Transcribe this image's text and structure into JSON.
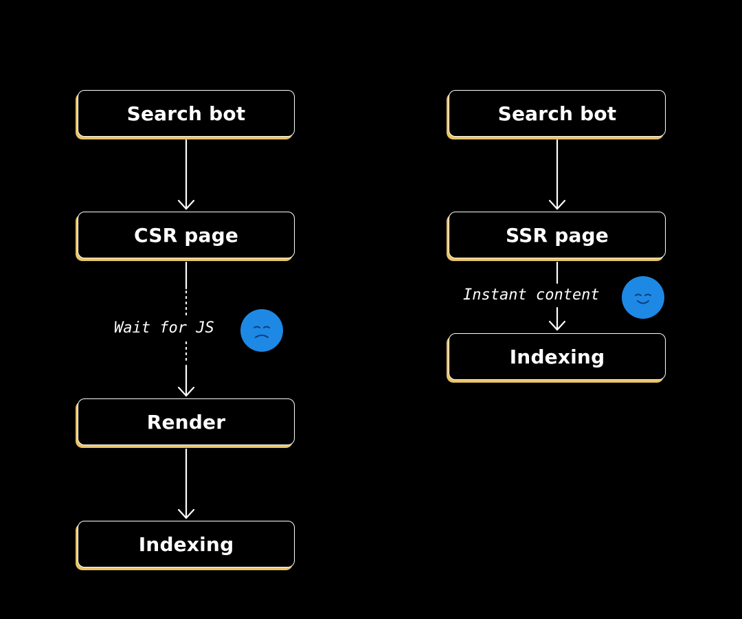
{
  "colors": {
    "background": "#000000",
    "node_border": "#ffffff",
    "node_accent": "#e8c46a",
    "emoji_fill": "#1e88e5"
  },
  "csr_flow": {
    "search_bot": "Search bot",
    "page": "CSR page",
    "wait_label": "Wait for JS",
    "wait_emoji_icon": "sad-face-icon",
    "render": "Render",
    "indexing": "Indexing"
  },
  "ssr_flow": {
    "search_bot": "Search bot",
    "page": "SSR page",
    "instant_label": "Instant content",
    "instant_emoji_icon": "happy-face-icon",
    "indexing": "Indexing"
  }
}
